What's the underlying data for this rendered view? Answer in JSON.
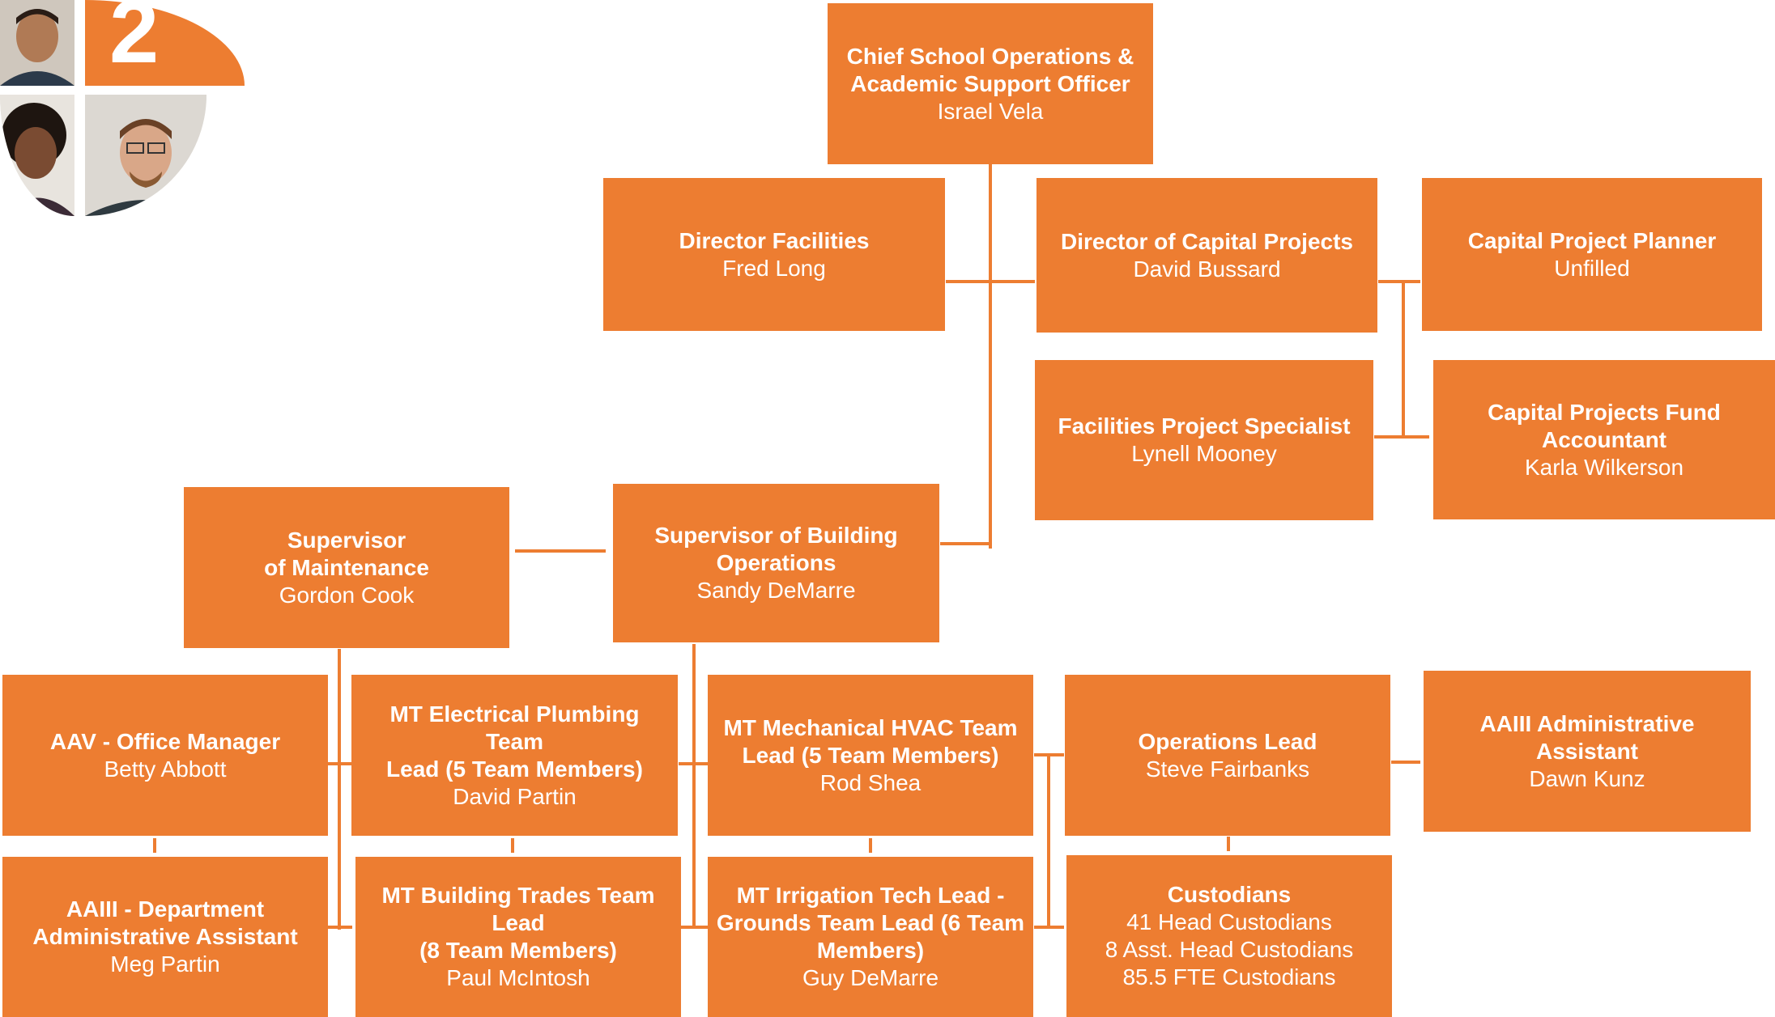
{
  "badge": {
    "number": "2"
  },
  "colors": {
    "box": "#ED7D31",
    "text": "#ffffff",
    "line": "#ED7D31"
  },
  "org": {
    "chief": {
      "title_1": "Chief School Operations &",
      "title_2": "Academic Support Officer",
      "name": "Israel Vela"
    },
    "director_facilities": {
      "title": "Director Facilities",
      "name": "Fred Long"
    },
    "director_capital": {
      "title": "Director of Capital Projects",
      "name": "David Bussard"
    },
    "capital_planner": {
      "title": "Capital Project Planner",
      "name": "Unfilled"
    },
    "facilities_specialist": {
      "title": "Facilities Project Specialist",
      "name": "Lynell Mooney"
    },
    "fund_accountant": {
      "title_1": "Capital Projects Fund",
      "title_2": "Accountant",
      "name": "Karla Wilkerson"
    },
    "supervisor_maintenance": {
      "title_1": "Supervisor",
      "title_2": "of Maintenance",
      "name": "Gordon Cook"
    },
    "supervisor_building": {
      "title_1": "Supervisor of Building",
      "title_2": "Operations",
      "name": "Sandy DeMarre"
    },
    "office_manager": {
      "title": "AAV - Office Manager",
      "name": "Betty Abbott"
    },
    "dept_assistant": {
      "title_1": "AAIII - Department",
      "title_2": "Administrative Assistant",
      "name": "Meg Partin"
    },
    "electrical_lead": {
      "title_1": "MT Electrical Plumbing Team",
      "title_2": "Lead (5 Team Members)",
      "name": "David Partin"
    },
    "trades_lead": {
      "title_1": "MT Building Trades Team Lead",
      "title_2": "(8 Team Members)",
      "name": "Paul McIntosh"
    },
    "hvac_lead": {
      "title_1": "MT Mechanical HVAC Team",
      "title_2": "Lead (5 Team Members)",
      "name": "Rod Shea"
    },
    "irrigation_lead": {
      "title_1": "MT Irrigation Tech Lead -",
      "title_2": "Grounds Team Lead (6 Team",
      "title_3": "Members)",
      "name": "Guy DeMarre"
    },
    "operations_lead": {
      "title": "Operations Lead",
      "name": "Steve Fairbanks"
    },
    "admin_assistant": {
      "title": "AAIII Administrative Assistant",
      "name": "Dawn Kunz"
    },
    "custodians": {
      "title": "Custodians",
      "line_1": "41 Head Custodians",
      "line_2": "8 Asst. Head Custodians",
      "line_3": "85.5 FTE Custodians"
    }
  }
}
